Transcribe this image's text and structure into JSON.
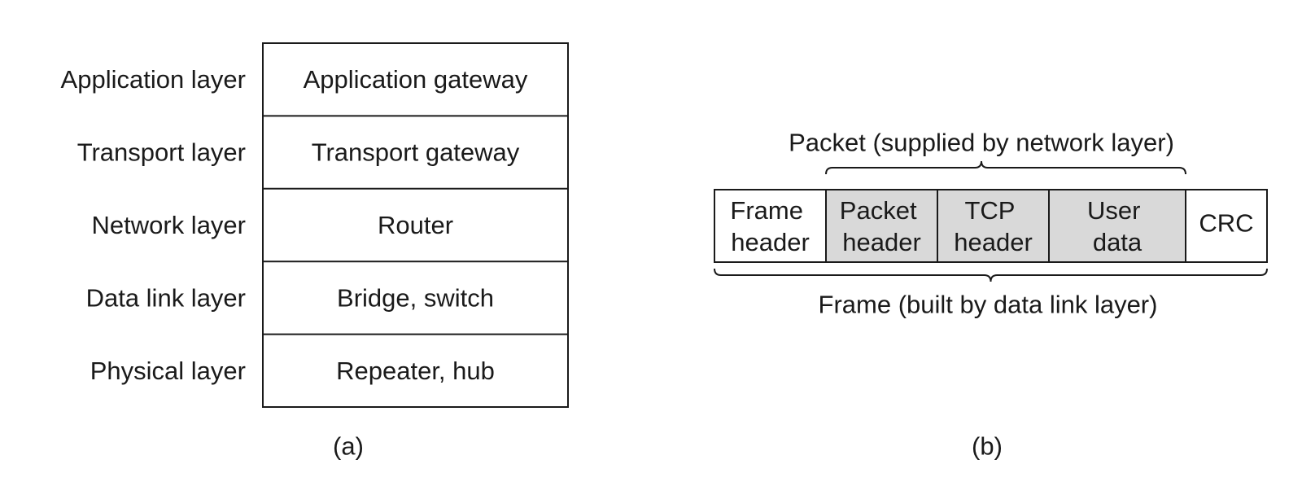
{
  "panel_a": {
    "layers": [
      {
        "layer": "Application layer",
        "device": "Application gateway"
      },
      {
        "layer": "Transport layer",
        "device": "Transport gateway"
      },
      {
        "layer": "Network layer",
        "device": "Router"
      },
      {
        "layer": "Data link layer",
        "device": "Bridge, switch"
      },
      {
        "layer": "Physical layer",
        "device": "Repeater, hub"
      }
    ],
    "caption": "(a)"
  },
  "panel_b": {
    "packet_label": "Packet (supplied by network layer)",
    "frame_label": "Frame (built by data link layer)",
    "fields": [
      {
        "lines": [
          "Frame",
          "header"
        ],
        "shaded": false
      },
      {
        "lines": [
          "Packet",
          "header"
        ],
        "shaded": true
      },
      {
        "lines": [
          "TCP",
          "header"
        ],
        "shaded": true
      },
      {
        "lines": [
          "User",
          "data"
        ],
        "shaded": true
      },
      {
        "lines": [
          "CRC"
        ],
        "shaded": false
      }
    ],
    "caption": "(b)"
  },
  "colors": {
    "shaded_fill": "#d9d9d9",
    "line": "#1a1a1a"
  }
}
